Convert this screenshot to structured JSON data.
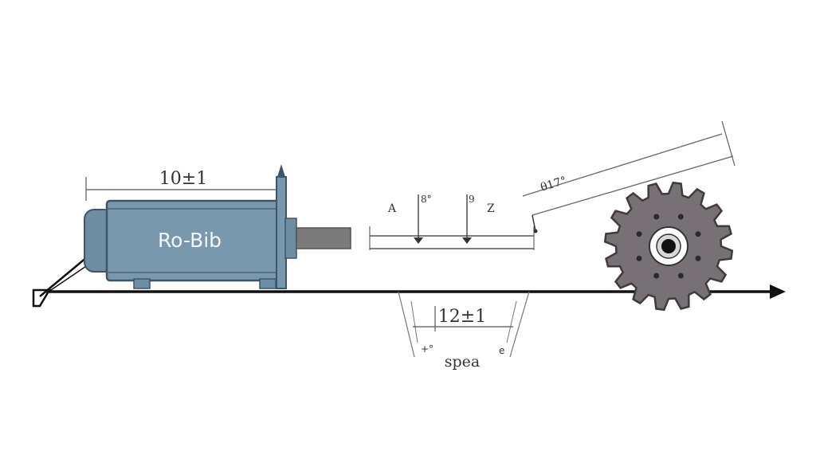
{
  "motor": {
    "label": "Ro-Bib",
    "dimension": "10±1"
  },
  "markers": {
    "a": "A",
    "b": "8°",
    "c": "9",
    "d": "Z"
  },
  "angle_label": "θ17°",
  "bottom_dimension": "12±1",
  "speed_label": "spea",
  "small_left": "+°",
  "small_right": "e",
  "colors": {
    "motor_body": "#7899ad",
    "motor_dark": "#3e5566",
    "motor_cap": "#6d8ea2",
    "shaft": "#7b7b7b",
    "gear": "#777176",
    "line": "#111111",
    "dim_line": "#555555"
  }
}
